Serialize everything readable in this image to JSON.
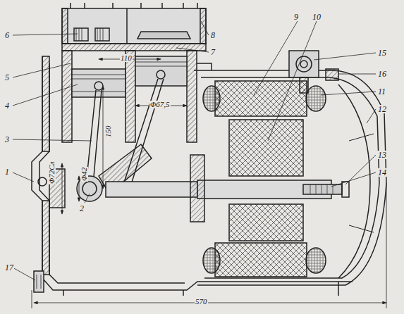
{
  "diagram": {
    "labels": [
      "1",
      "2",
      "3",
      "4",
      "5",
      "6",
      "7",
      "8",
      "9",
      "10",
      "11",
      "12",
      "13",
      "14",
      "15",
      "16",
      "17",
      "110",
      "Φ67,5",
      "150",
      "Φ42",
      "Φ72Сл",
      "570"
    ]
  }
}
